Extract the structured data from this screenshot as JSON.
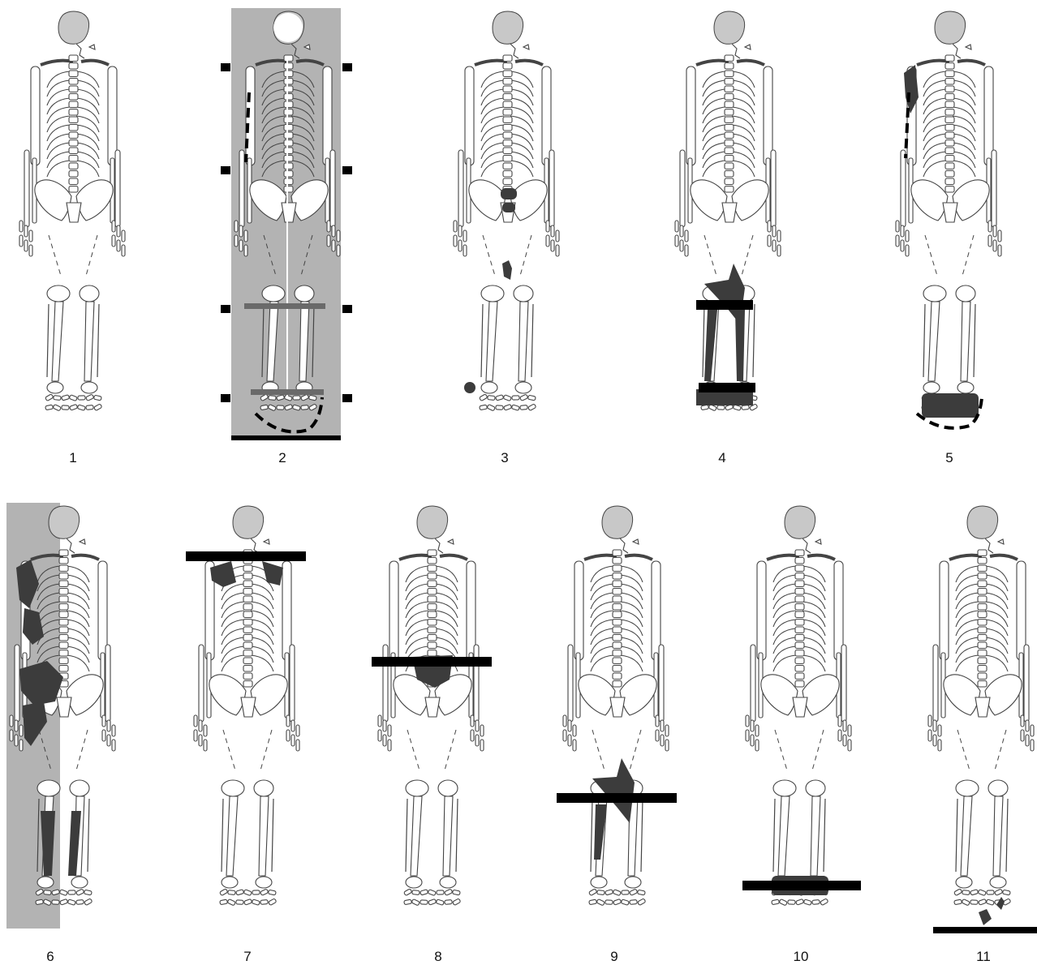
{
  "panels": [
    {
      "number": "1"
    },
    {
      "number": "2"
    },
    {
      "number": "3"
    },
    {
      "number": "4"
    },
    {
      "number": "5"
    },
    {
      "number": "6"
    },
    {
      "number": "7"
    },
    {
      "number": "8"
    },
    {
      "number": "9"
    },
    {
      "number": "10"
    },
    {
      "number": "11"
    }
  ],
  "colors": {
    "bone_stroke": "#444444",
    "bone_fill": "#ffffff",
    "skull_fill": "#c8c8c8",
    "highlight": "#3c3c3c",
    "shade": "#b3b3b3",
    "bar": "#000000",
    "gray_bar": "#6a6a6a"
  }
}
